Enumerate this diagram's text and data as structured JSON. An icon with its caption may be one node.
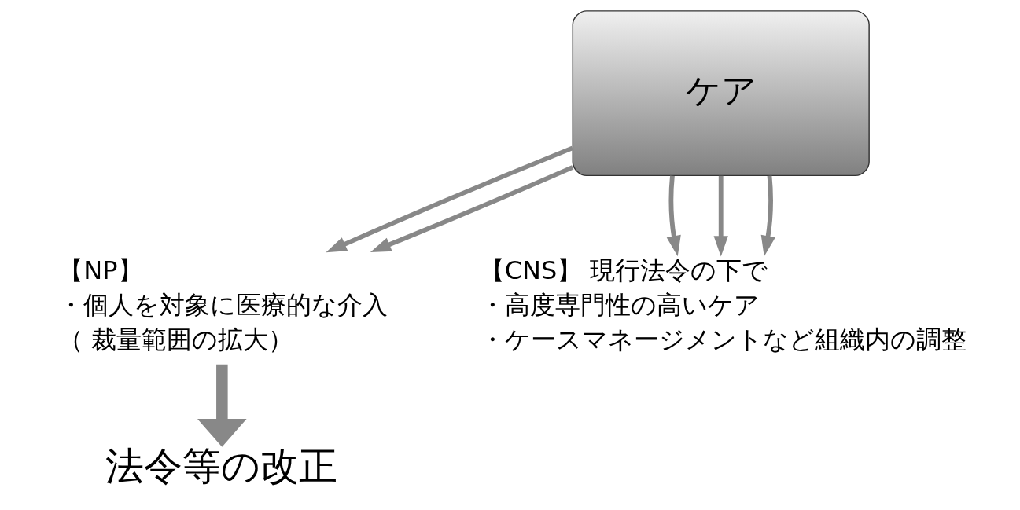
{
  "diagram": {
    "nodes": [
      {
        "text": [
          "ケア"
        ]
      },
      {
        "text": [
          "【NP】",
          "・個人を対象に医療的な介入",
          "（ 裁量範囲の拡大）"
        ]
      },
      {
        "text": [
          "【CNS】 現行法令の下で",
          "・高度専門性の高いケア",
          "・ケースマネージメントなど組織内の調整"
        ]
      },
      {
        "text": [
          "法令等の改正"
        ]
      }
    ],
    "edges": [
      {
        "from": 0,
        "to": 1,
        "arrow": "to"
      },
      {
        "from": 0,
        "to": 1,
        "arrow": "to"
      },
      {
        "from": 0,
        "to": 2,
        "arrow": "to"
      },
      {
        "from": 0,
        "to": 2,
        "arrow": "to"
      },
      {
        "from": 0,
        "to": 2,
        "arrow": "to"
      },
      {
        "from": 1,
        "to": 3,
        "arrow": "to",
        "style": "thick"
      }
    ]
  }
}
